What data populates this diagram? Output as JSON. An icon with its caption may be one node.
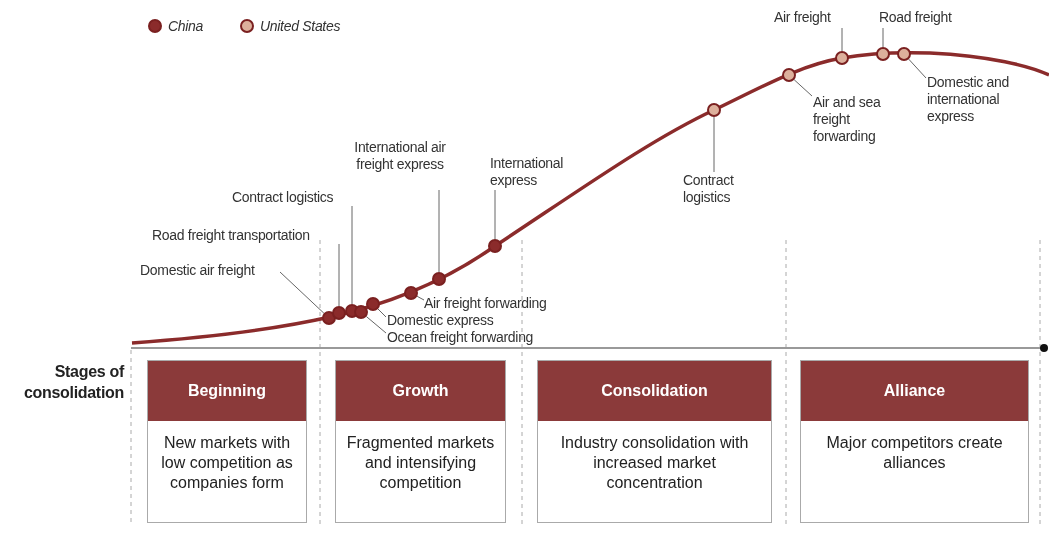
{
  "diagram": {
    "nodes": [
      {
        "text": [
          "Domestic air freight"
        ]
      },
      {
        "text": [
          "Road freight transportation"
        ]
      },
      {
        "text": [
          "Contract logistics"
        ]
      },
      {
        "text": [
          "International air freight express"
        ]
      },
      {
        "text": [
          "International express"
        ]
      },
      {
        "text": [
          "Air freight forwarding"
        ]
      },
      {
        "text": [
          "Domestic express"
        ]
      },
      {
        "text": [
          "Ocean freight forwarding"
        ]
      },
      {
        "text": [
          "Contract logistics"
        ]
      },
      {
        "text": [
          "Air freight"
        ]
      },
      {
        "text": [
          "Road freight"
        ]
      },
      {
        "text": [
          "Air and sea freight forwarding"
        ]
      },
      {
        "text": [
          "Domestic and international express"
        ]
      },
      {
        "text": [],
        "shape": "circle"
      },
      {
        "text": [],
        "shape": "circle"
      },
      {
        "text": [],
        "shape": "circle"
      },
      {
        "text": [],
        "shape": "circle"
      },
      {
        "text": [],
        "shape": "circle"
      },
      {
        "text": [],
        "shape": "circle"
      },
      {
        "text": [],
        "shape": "circle"
      },
      {
        "text": [],
        "shape": "circle"
      },
      {
        "text": [],
        "shape": "circle"
      },
      {
        "text": [],
        "shape": "circle"
      },
      {
        "text": [],
        "shape": "circle"
      },
      {
        "text": [],
        "shape": "circle"
      },
      {
        "text": [],
        "shape": "circle"
      },
      {
        "text": [
          "Beginning",
          "New markets with low competition as companies form"
        ]
      },
      {
        "text": [
          "Growth",
          "Fragmented markets and intensifying competition"
        ]
      },
      {
        "text": [
          "Consolidation",
          "Industry consolidation with increased market concentration"
        ]
      },
      {
        "text": [
          "Alliance",
          "Major competitors create alliances"
        ]
      }
    ],
    "edges": [
      {
        "from": 0,
        "to": 13,
        "arrow": "none"
      },
      {
        "from": 1,
        "to": 14,
        "arrow": "none"
      },
      {
        "from": 2,
        "to": 15,
        "arrow": "none"
      },
      {
        "from": 3,
        "to": 19,
        "arrow": "none"
      },
      {
        "from": 4,
        "to": 20,
        "arrow": "none"
      },
      {
        "from": 5,
        "to": 18,
        "arrow": "none"
      },
      {
        "from": 6,
        "to": 17,
        "arrow": "none"
      },
      {
        "from": 7,
        "to": 16,
        "arrow": "none"
      },
      {
        "from": 8,
        "to": 21,
        "arrow": "none"
      },
      {
        "from": 9,
        "to": 23,
        "arrow": "none"
      },
      {
        "from": 10,
        "to": 24,
        "arrow": "none"
      },
      {
        "from": 11,
        "to": 22,
        "arrow": "none"
      },
      {
        "from": 12,
        "to": 25,
        "arrow": "none"
      }
    ],
    "labels": [
      "Stages of consolidation"
    ],
    "legend": [
      {
        "text": "China",
        "color": "#8b2b2b"
      },
      {
        "text": "United States",
        "color": "#ddb09c"
      }
    ]
  }
}
